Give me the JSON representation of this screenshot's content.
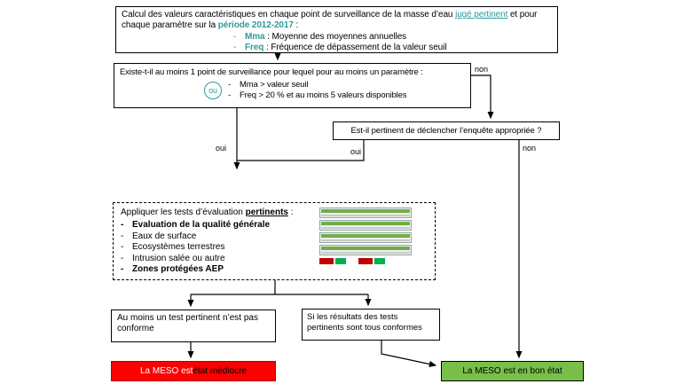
{
  "colors": {
    "teal_accent": "#2e9b9b",
    "status_bad_bg": "#fe0000",
    "status_good_bg": "#79be48",
    "thumb_green": "#00b050",
    "thumb_red": "#c00000"
  },
  "top_box": {
    "dash": "-",
    "text_before_link": "Calcul des valeurs caractéristiques en chaque point de surveillance de la masse d’eau ",
    "link_text": "jugé pertinent",
    "text_between": " et pour chaque paramètre sur la ",
    "period_text": "période 2012-2017",
    "text_end": " :",
    "bullets": [
      {
        "term": "Mma",
        "desc": " : Moyenne des moyennes annuelles"
      },
      {
        "term": "Freq",
        "desc": " : Fréquence de dépassement  de la valeur seuil"
      }
    ]
  },
  "question1": {
    "dash": "-",
    "text": "Existe-t-il au moins 1 point de surveillance pour lequel pour au moins un paramètre :",
    "or_label": "ou",
    "conditions": [
      {
        "text": "Mma > valeur seuil"
      },
      {
        "text": "Freq > 20 % et au moins 5 valeurs disponibles"
      }
    ]
  },
  "question2": {
    "text": "Est-il pertinent de déclencher l’enquête appropriée ?"
  },
  "edge_labels": {
    "q1_no": "non",
    "q1_yes": "oui",
    "q2_yes": "oui",
    "q2_no": "non"
  },
  "tests_box": {
    "dash": "-",
    "title_prefix": "Appliquer les tests d’évaluation ",
    "title_emphasis": "pertinents",
    "title_suffix": " :",
    "items": [
      {
        "text": "Evaluation de la qualité générale"
      },
      {
        "text": "Eaux de surface"
      },
      {
        "text": "Ecosystèmes terrestres"
      },
      {
        "text": "Intrusion salée ou autre"
      },
      {
        "text": "Zones protégées AEP"
      }
    ]
  },
  "outcome_fail": {
    "text": "Au moins un test pertinent n’est pas conforme"
  },
  "outcome_pass": {
    "text": "Si les résultats des tests pertinents sont tous conformes"
  },
  "status_bad": {
    "text_part1": "La MESO est ",
    "text_part2": "état médiocre"
  },
  "status_good": {
    "text": "La MESO est en bon état"
  }
}
